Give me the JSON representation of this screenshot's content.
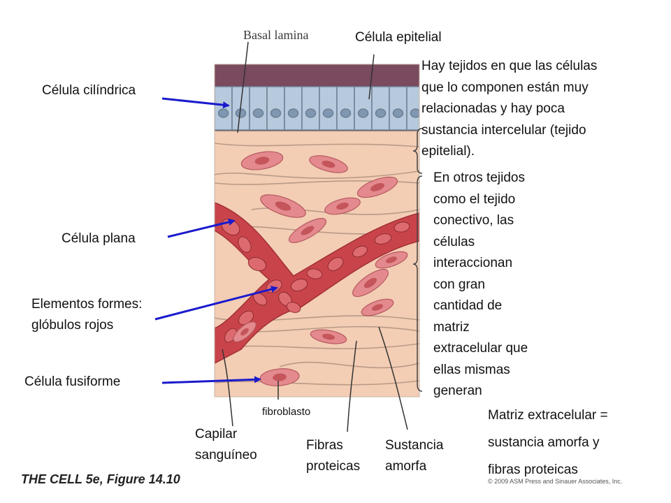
{
  "figure": {
    "basal_lamina_label": "Basal lamina",
    "caption": "THE CELL 5e, Figure 14.10",
    "copyright": "© 2009 ASM Press and Sinauer Associates, Inc."
  },
  "labels": {
    "celula_epitelial": "Célula epitelial",
    "celula_cilindrica": "Célula cilíndrica",
    "celula_plana": "Célula plana",
    "elementos_formes_1": "Elementos formes:",
    "elementos_formes_2": "glóbulos rojos",
    "celula_fusiforme": "Célula fusiforme",
    "fibroblasto": "fibroblasto",
    "capilar_1": "Capilar",
    "capilar_2": "sanguíneo",
    "fibras_1": "Fibras",
    "fibras_2": "proteicas",
    "sustancia_1": "Sustancia",
    "sustancia_2": "amorfa"
  },
  "text_blocks": {
    "epitelial": [
      "Hay tejidos en que las células",
      "que lo componen están muy",
      "relacionadas y hay poca",
      "sustancia intercelular (tejido",
      "epitelial)."
    ],
    "conectivo": [
      "En otros tejidos",
      "como el tejido",
      "conectivo, las",
      "células",
      "interaccionan",
      "con gran",
      "cantidad de",
      "matriz",
      "extracelular que",
      "ellas mismas",
      "generan"
    ],
    "matriz": [
      "Matriz extracelular =",
      "sustancia amorfa y",
      "fibras proteicas"
    ]
  },
  "colors": {
    "arrow": "#1a1acc",
    "tissue": "#f3cdb4",
    "epithelium": "#b7c9dc",
    "lumen": "#7a4a5e",
    "vessel": "#c9444a",
    "cell": "#e48a8e"
  }
}
